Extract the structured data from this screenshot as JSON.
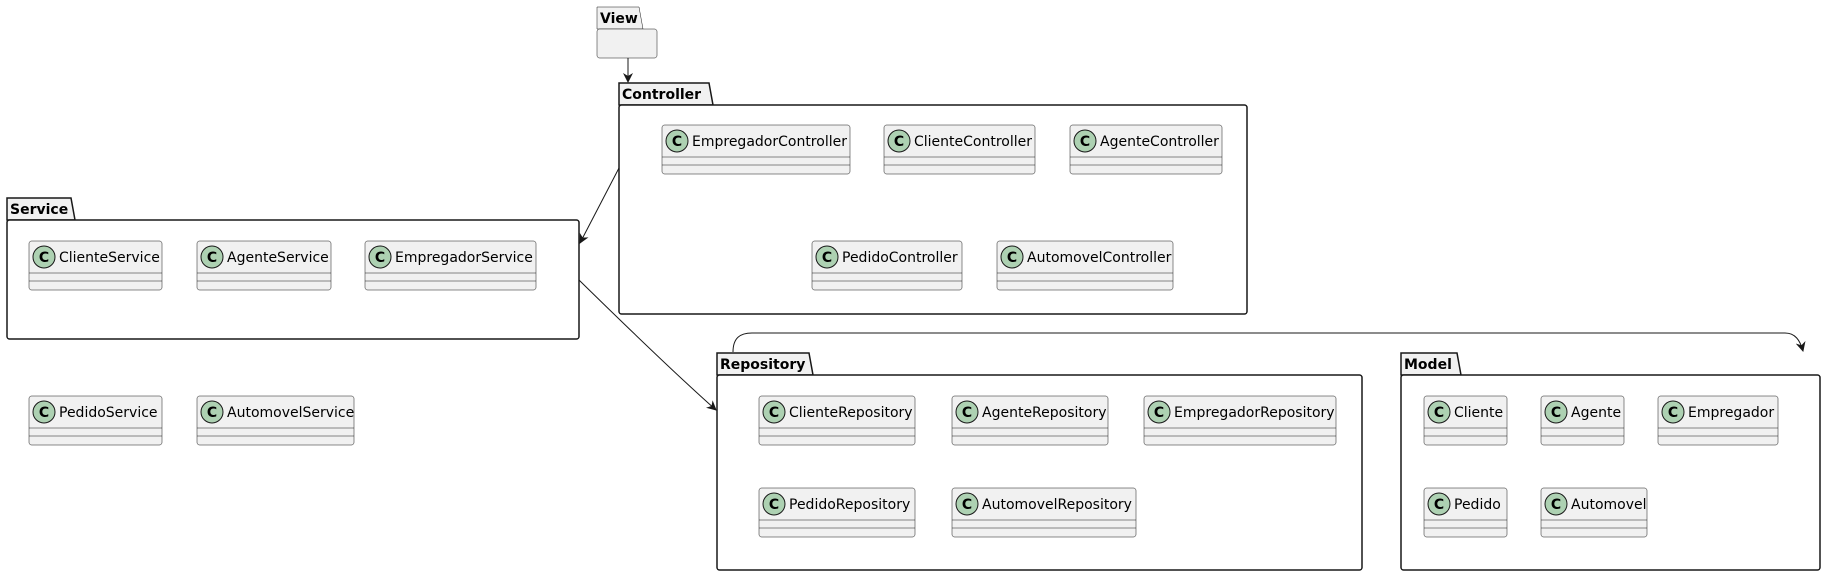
{
  "packages": [
    {
      "id": "view",
      "name": "View",
      "classes": []
    },
    {
      "id": "controller",
      "name": "Controller",
      "classes": [
        "EmpregadorController",
        "ClienteController",
        "AgenteController",
        "PedidoController",
        "AutomovelController"
      ]
    },
    {
      "id": "service",
      "name": "Service",
      "classes": [
        "ClienteService",
        "AgenteService",
        "EmpregadorService",
        "PedidoService",
        "AutomovelService"
      ]
    },
    {
      "id": "repository",
      "name": "Repository",
      "classes": [
        "ClienteRepository",
        "AgenteRepository",
        "EmpregadorRepository",
        "PedidoRepository",
        "AutomovelRepository"
      ]
    },
    {
      "id": "model",
      "name": "Model",
      "classes": [
        "Cliente",
        "Agente",
        "Empregador",
        "Pedido",
        "Automovel"
      ]
    }
  ],
  "dependencies": [
    {
      "from": "view",
      "to": "controller"
    },
    {
      "from": "controller",
      "to": "service"
    },
    {
      "from": "service",
      "to": "repository"
    },
    {
      "from": "repository",
      "to": "model"
    }
  ],
  "class_stereotype_letter": "C",
  "colors": {
    "class_fill": "#f1f1f1",
    "class_circle": "#add1b2",
    "stroke": "#181818"
  }
}
